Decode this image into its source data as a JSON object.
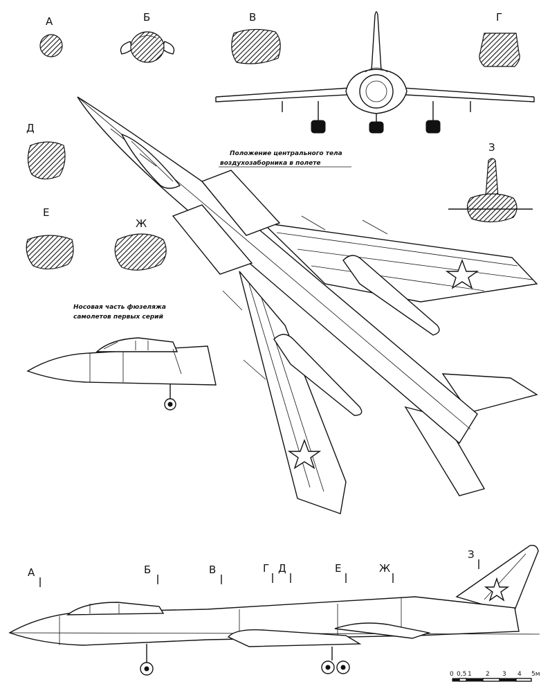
{
  "sections": {
    "a": "А",
    "b": "Б",
    "v": "В",
    "g": "Г",
    "d": "Д",
    "e": "Е",
    "zh": "Ж",
    "z": "З"
  },
  "captions": {
    "intake_line1": "Положение центрального тела",
    "intake_line2": "воздухозаборника в полете",
    "nose_line1": "Носовая часть фюзеляжа",
    "nose_line2": "самолетов первых серий"
  },
  "side_markers": {
    "a": "А",
    "b": "Б",
    "v": "В",
    "g": "Г",
    "d": "Д",
    "e": "Е",
    "zh": "Ж",
    "z": "З"
  },
  "scale": {
    "ticks": [
      "0",
      "0,5",
      "1",
      "2",
      "3",
      "4",
      "5м"
    ]
  },
  "colors": {
    "ink": "#111111",
    "paper": "#ffffff"
  }
}
